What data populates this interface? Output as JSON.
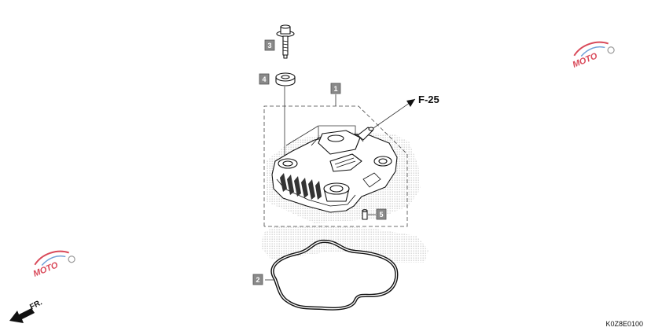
{
  "callouts": [
    {
      "id": "1",
      "label": "1"
    },
    {
      "id": "2",
      "label": "2"
    },
    {
      "id": "3",
      "label": "3"
    },
    {
      "id": "4",
      "label": "4"
    },
    {
      "id": "5",
      "label": "5"
    }
  ],
  "reference": {
    "label": "F-25"
  },
  "direction": {
    "label": "FR.",
    "icon": "forward-arrow-icon"
  },
  "diagram_code": "K0Z8E0100",
  "watermark": {
    "text": "MOTO",
    "colors": {
      "primary": "#d94a5a",
      "secondary": "#6f9fd8",
      "tertiary": "#9a9a9a"
    }
  },
  "colors": {
    "callout_fill": "#8a8a8a",
    "callout_text": "#ffffff",
    "line": "#111111",
    "stipple": "#b5b5b5"
  }
}
